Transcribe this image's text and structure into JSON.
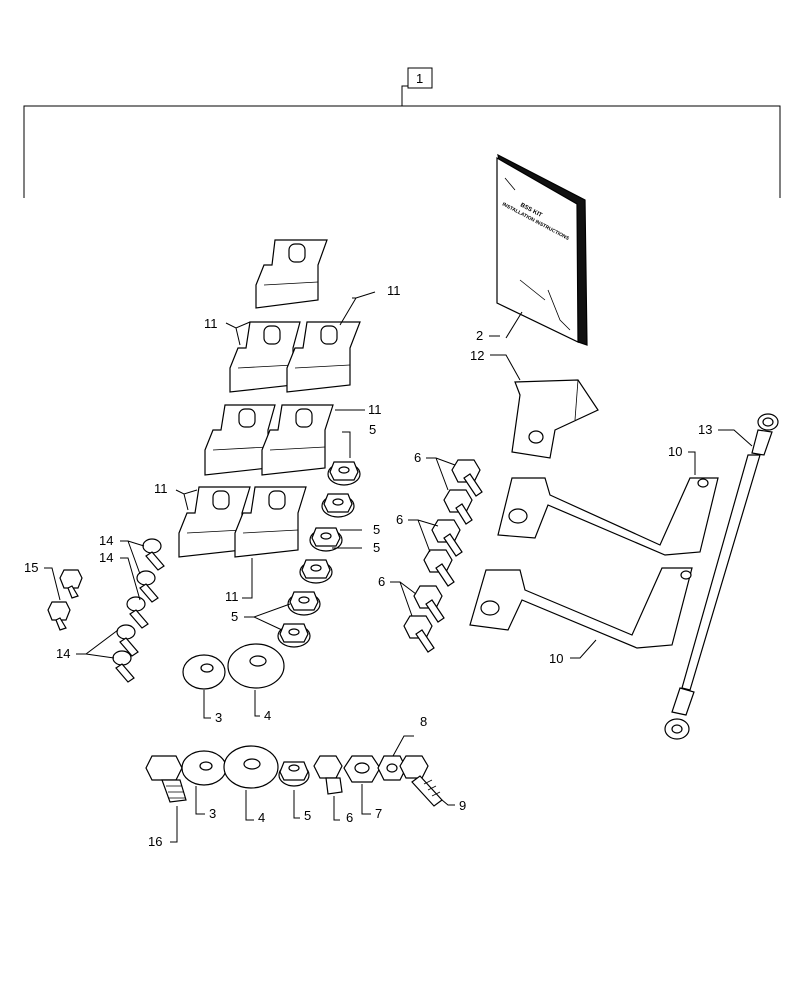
{
  "callouts": {
    "c1": "1",
    "c2": "2",
    "c3a": "3",
    "c3b": "3",
    "c4a": "4",
    "c4b": "4",
    "c5a": "5",
    "c5b": "5",
    "c5c": "5",
    "c5d": "5",
    "c5e": "5",
    "c6a": "6",
    "c6b": "6",
    "c6c": "6",
    "c6d": "6",
    "c7": "7",
    "c8": "8",
    "c9": "9",
    "c10a": "10",
    "c10b": "10",
    "c11a": "11",
    "c11b": "11",
    "c11c": "11",
    "c11d": "11",
    "c11e": "11",
    "c12": "12",
    "c13": "13",
    "c14a": "14",
    "c14b": "14",
    "c14c": "14",
    "c15": "15",
    "c16": "16"
  },
  "manual": {
    "title": "BSS KIT",
    "subtitle": "INSTALLATION INSTRUCTIONS"
  }
}
